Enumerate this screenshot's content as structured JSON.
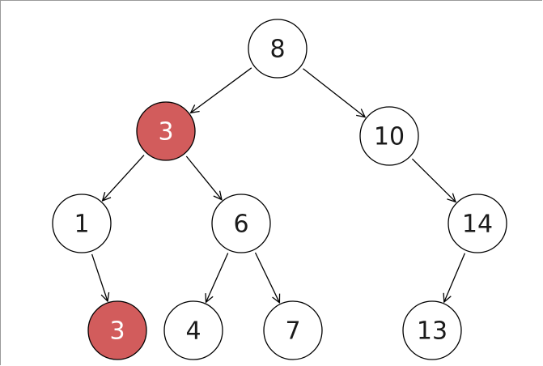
{
  "colors": {
    "highlight_fill": "#d25c5c",
    "normal_fill": "#ffffff",
    "normal_text": "#1a1a1a",
    "highlight_text": "#ffffff"
  },
  "tree": {
    "nodes": [
      {
        "id": "n8",
        "label": "8",
        "highlighted": false
      },
      {
        "id": "n3",
        "label": "3",
        "highlighted": true
      },
      {
        "id": "n10",
        "label": "10",
        "highlighted": false
      },
      {
        "id": "n1",
        "label": "1",
        "highlighted": false
      },
      {
        "id": "n6",
        "label": "6",
        "highlighted": false
      },
      {
        "id": "n14",
        "label": "14",
        "highlighted": false
      },
      {
        "id": "n3b",
        "label": "3",
        "highlighted": true
      },
      {
        "id": "n4",
        "label": "4",
        "highlighted": false
      },
      {
        "id": "n7",
        "label": "7",
        "highlighted": false
      },
      {
        "id": "n13",
        "label": "13",
        "highlighted": false
      }
    ],
    "edges": [
      {
        "from": "n8",
        "to": "n3"
      },
      {
        "from": "n8",
        "to": "n10"
      },
      {
        "from": "n3",
        "to": "n1"
      },
      {
        "from": "n3",
        "to": "n6"
      },
      {
        "from": "n10",
        "to": "n14"
      },
      {
        "from": "n1",
        "to": "n3b"
      },
      {
        "from": "n6",
        "to": "n4"
      },
      {
        "from": "n6",
        "to": "n7"
      },
      {
        "from": "n14",
        "to": "n13"
      }
    ]
  }
}
